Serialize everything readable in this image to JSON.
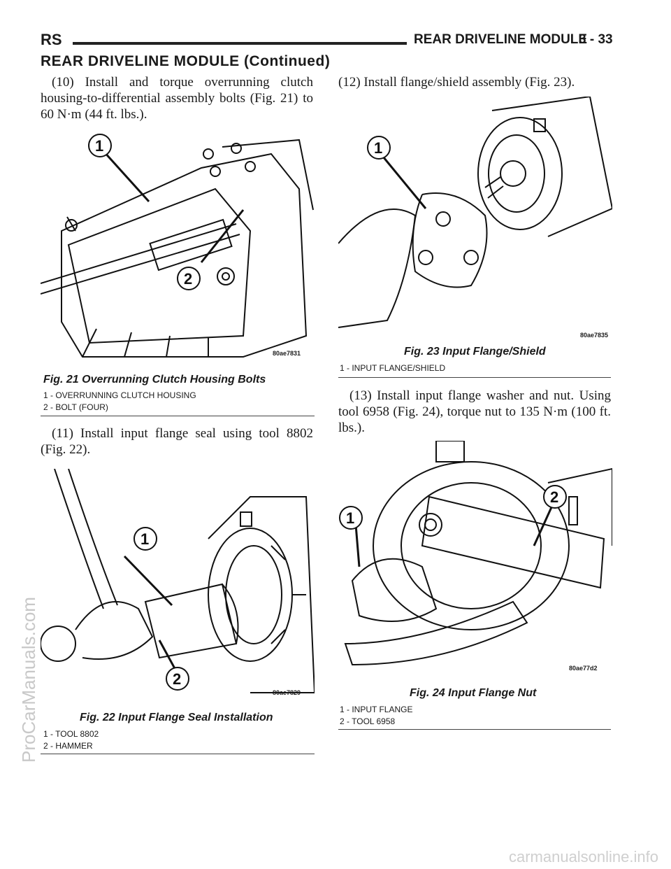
{
  "header": {
    "left": "RS",
    "right_title": "REAR DRIVELINE MODULE",
    "page_number": "3 - 33",
    "section_heading": "REAR DRIVELINE MODULE (Continued)"
  },
  "steps": {
    "s10": "(10) Install and torque overrunning clutch housing-to-differential assembly bolts (Fig. 21) to 60 N·m (44 ft. lbs.).",
    "s11": "(11) Install input flange seal using tool 8802 (Fig. 22).",
    "s12": "(12) Install flange/shield assembly (Fig. 23).",
    "s13": "(13) Install input flange washer and nut. Using tool 6958 (Fig. 24), torque nut to 135 N·m (100 ft. lbs.)."
  },
  "figures": {
    "fig21": {
      "caption": "Fig. 21 Overrunning Clutch Housing Bolts",
      "code": "80ae7831",
      "callouts": [
        "1",
        "2"
      ],
      "legend": [
        "1 - OVERRUNNING CLUTCH HOUSING",
        "2 - BOLT (FOUR)"
      ]
    },
    "fig22": {
      "caption": "Fig. 22 Input Flange Seal Installation",
      "code": "80ae7829",
      "callouts": [
        "1",
        "2"
      ],
      "legend": [
        "1 - TOOL 8802",
        "2 - HAMMER"
      ]
    },
    "fig23": {
      "caption": "Fig. 23 Input Flange/Shield",
      "code": "80ae7835",
      "callouts": [
        "1"
      ],
      "legend": [
        "1 - INPUT FLANGE/SHIELD"
      ]
    },
    "fig24": {
      "caption": "Fig. 24 Input Flange Nut",
      "code": "80ae77d2",
      "callouts": [
        "1",
        "2"
      ],
      "legend": [
        "1 - INPUT FLANGE",
        "2 - TOOL 6958"
      ]
    }
  },
  "watermarks": {
    "side": "ProCarManuals.com",
    "footer": "carmanualsonline.info"
  }
}
